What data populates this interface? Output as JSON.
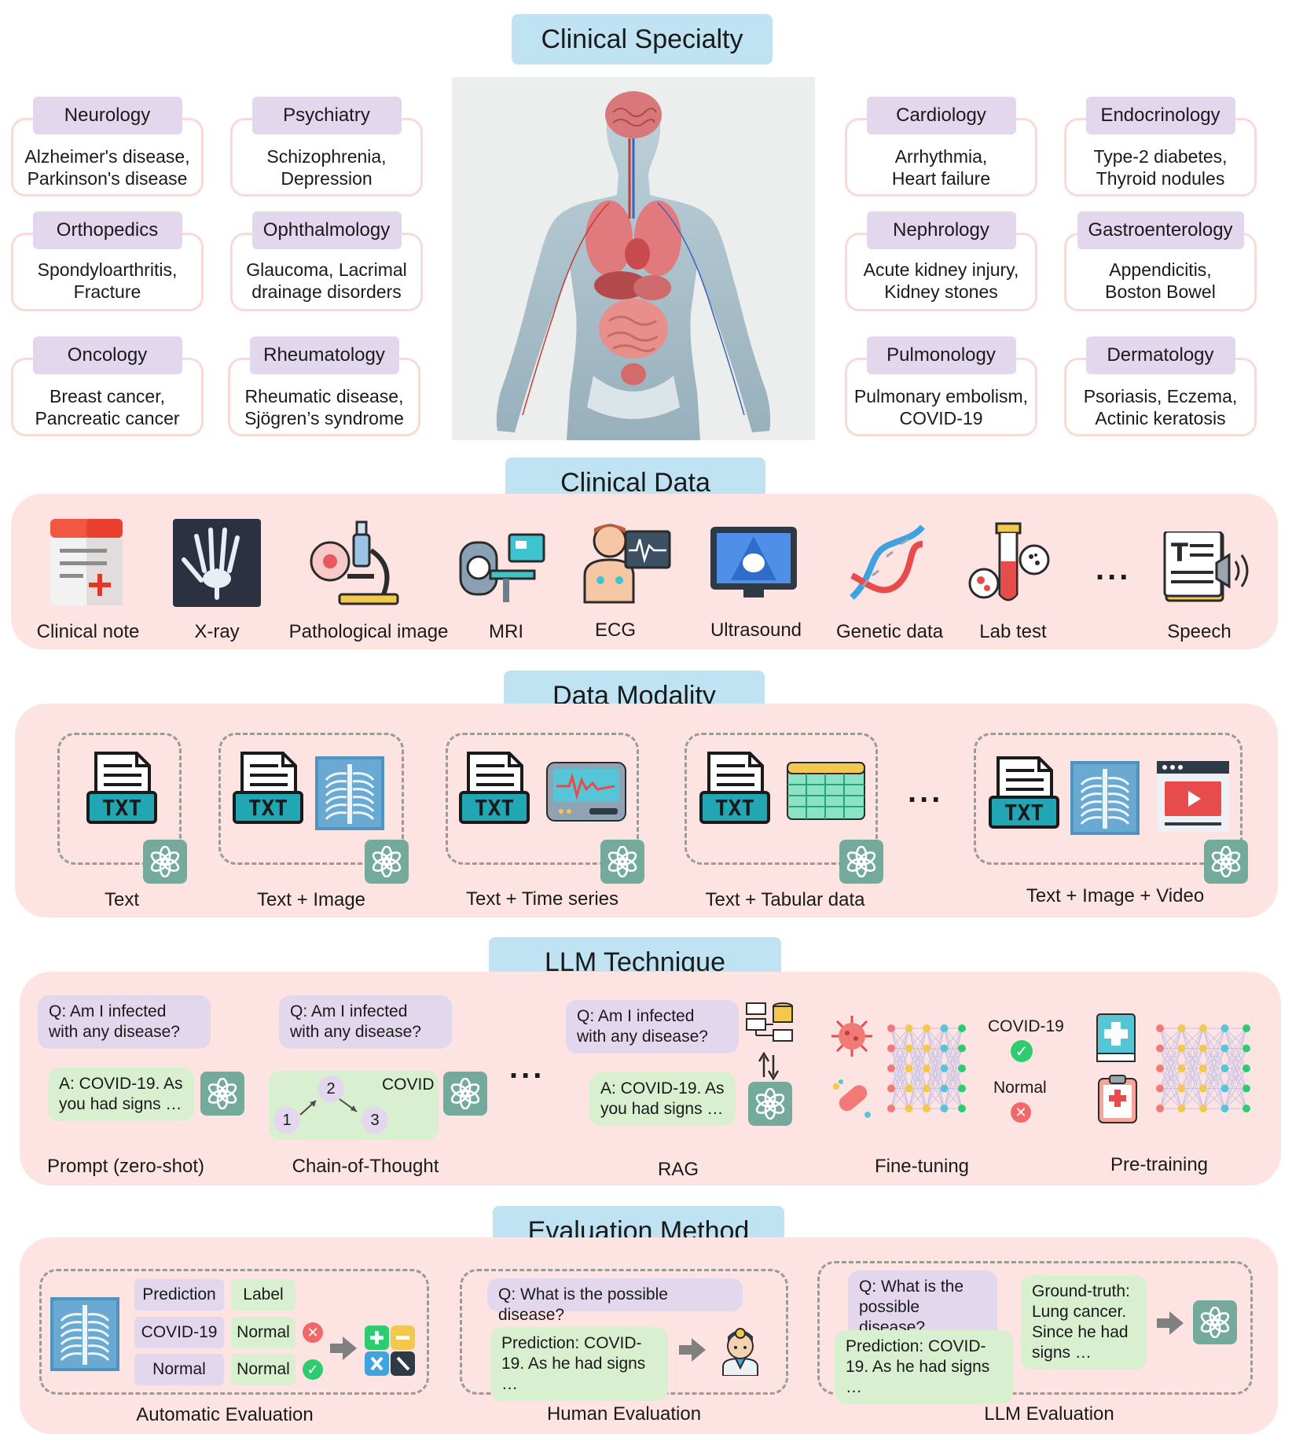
{
  "titles": {
    "specialty": "Clinical Specialty",
    "data": "Clinical Data",
    "modality": "Data Modality",
    "technique": "LLM Technique",
    "evaluation": "Evaluation Method"
  },
  "specialties": [
    {
      "name": "Neurology",
      "desc": "Alzheimer's disease,\nParkinson's disease"
    },
    {
      "name": "Psychiatry",
      "desc": "Schizophrenia,\nDepression"
    },
    {
      "name": "Orthopedics",
      "desc": "Spondyloarthritis,\nFracture"
    },
    {
      "name": "Ophthalmology",
      "desc": "Glaucoma, Lacrimal\ndrainage disorders"
    },
    {
      "name": "Oncology",
      "desc": "Breast cancer,\nPancreatic cancer"
    },
    {
      "name": "Rheumatology",
      "desc": "Rheumatic disease,\nSjögren’s syndrome"
    },
    {
      "name": "Cardiology",
      "desc": "Arrhythmia,\nHeart failure"
    },
    {
      "name": "Endocrinology",
      "desc": "Type-2 diabetes,\nThyroid nodules"
    },
    {
      "name": "Nephrology",
      "desc": "Acute kidney injury,\nKidney stones"
    },
    {
      "name": "Gastroenterology",
      "desc": "Appendicitis,\nBoston Bowel"
    },
    {
      "name": "Pulmonology",
      "desc": "Pulmonary embolism,\nCOVID-19"
    },
    {
      "name": "Dermatology",
      "desc": "Psoriasis, Eczema,\nActinic keratosis"
    }
  ],
  "clinical_data": [
    {
      "label": "Clinical note",
      "icon": "clinical-note-icon"
    },
    {
      "label": "X-ray",
      "icon": "xray-hand-icon"
    },
    {
      "label": "Pathological image",
      "icon": "microscope-icon"
    },
    {
      "label": "MRI",
      "icon": "mri-scanner-icon"
    },
    {
      "label": "ECG",
      "icon": "ecg-patient-icon"
    },
    {
      "label": "Ultrasound",
      "icon": "ultrasound-monitor-icon"
    },
    {
      "label": "Genetic data",
      "icon": "dna-icon"
    },
    {
      "label": "Lab test",
      "icon": "test-tube-icon"
    },
    {
      "label": "Speech",
      "icon": "speech-document-icon"
    }
  ],
  "ellipsis": "...",
  "modalities": [
    {
      "label": "Text"
    },
    {
      "label": "Text + Image"
    },
    {
      "label": "Text + Time series"
    },
    {
      "label": "Text + Tabular data"
    },
    {
      "label": "Text + Image + Video"
    }
  ],
  "txt_label": "TXT",
  "techniques": {
    "question": "Q: Am I infected with any disease?",
    "answer": "A: COVID-19. As you had signs …",
    "cot_nodes": [
      "1",
      "2",
      "3"
    ],
    "cot_answer": "COVID",
    "finetune_outputs": [
      "COVID-19",
      "Normal"
    ],
    "labels": [
      "Prompt (zero-shot)",
      "Chain-of-Thought",
      "RAG",
      "Fine-tuning",
      "Pre-training"
    ]
  },
  "evaluation": {
    "auto": {
      "header_pred": "Prediction",
      "header_label": "Label",
      "rows": [
        {
          "pred": "COVID-19",
          "label": "Normal",
          "correct": false
        },
        {
          "pred": "Normal",
          "label": "Normal",
          "correct": true
        }
      ],
      "title": "Automatic Evaluation"
    },
    "human": {
      "question": "Q: What is the possible disease?",
      "prediction": "Prediction: COVID-19. As he had signs …",
      "title": "Human Evaluation"
    },
    "llm": {
      "question": "Q: What is the possible disease?",
      "prediction": "Prediction: COVID-19. As he had signs …",
      "ground_truth": "Ground-truth: Lung cancer. Since he had signs …",
      "title": "LLM Evaluation"
    }
  },
  "colors": {
    "section_title_bg": "#bfe3f2",
    "panel_bg": "#fde4e2",
    "purple": "#e3d7ee",
    "green": "#d8f0cf",
    "gpt": "#74aa9c",
    "txt": "#22a6b3"
  }
}
